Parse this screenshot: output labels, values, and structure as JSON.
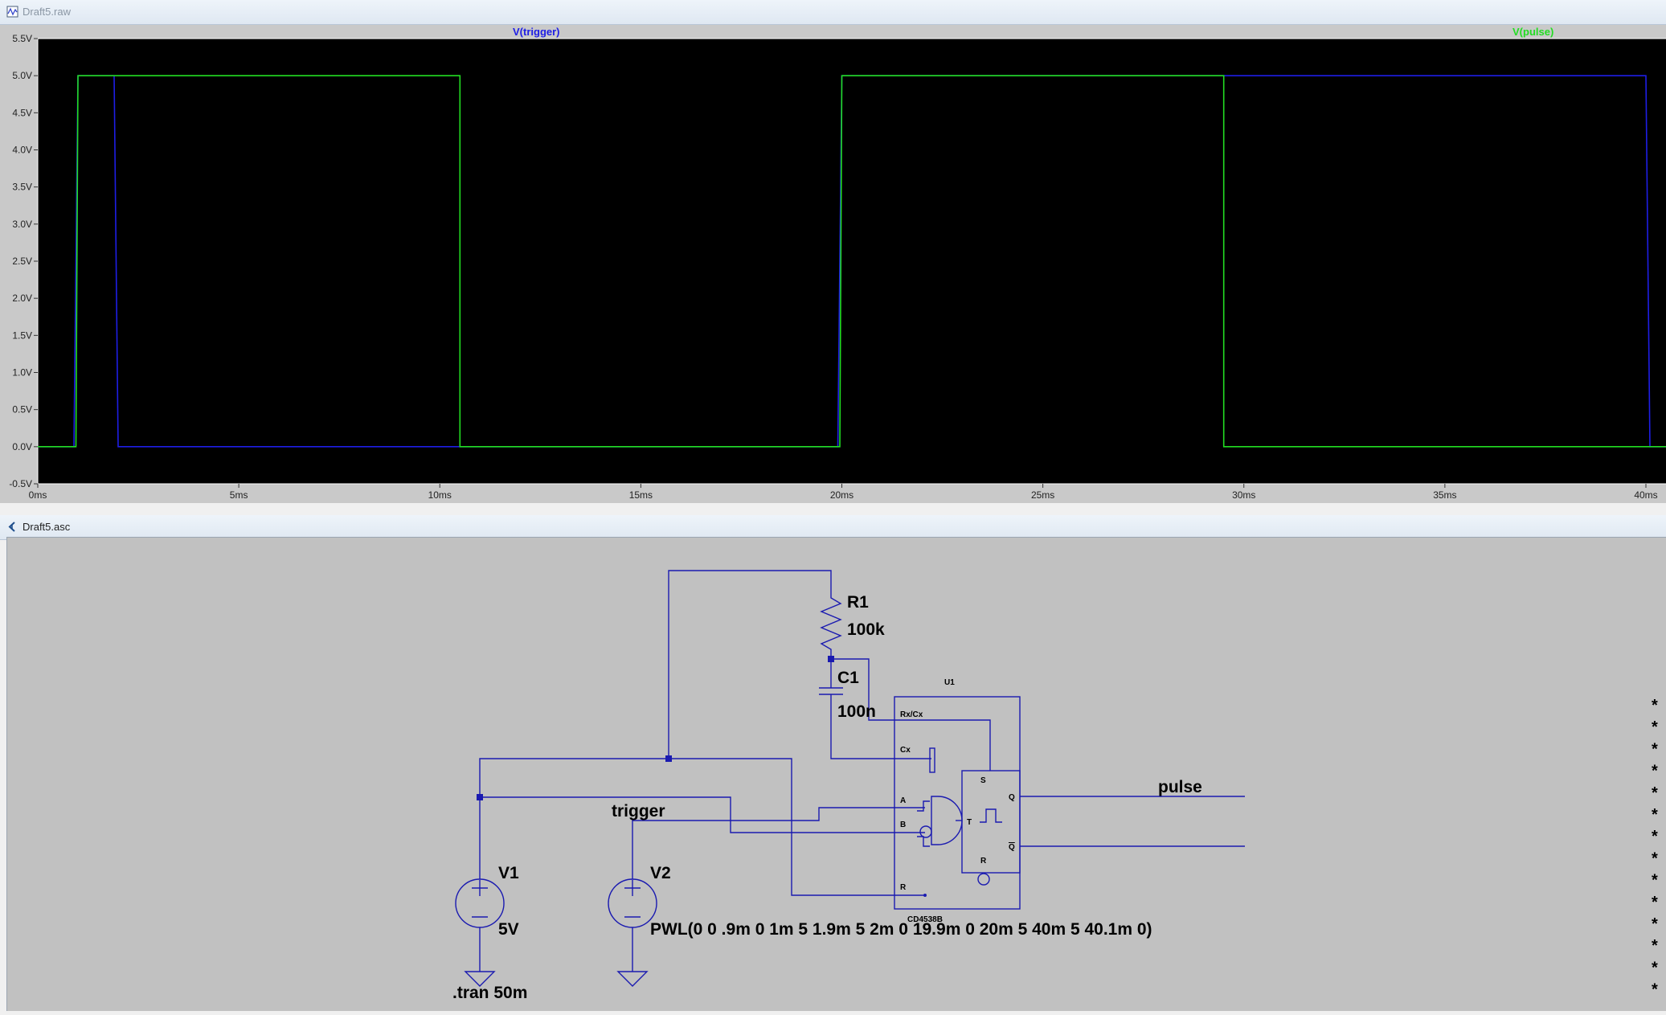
{
  "windows": {
    "plot_title": "Draft5.raw",
    "schematic_title": "Draft5.asc"
  },
  "colors": {
    "trigger": "#1e1ee6",
    "pulse": "#22dd22",
    "plot_bg": "#000000",
    "wire": "#1a1ab0",
    "schematic_bg": "#c1c1c1"
  },
  "chart_data": {
    "type": "line",
    "xlabel": "",
    "ylabel": "",
    "x_unit": "ms",
    "xlim": [
      0,
      40.5
    ],
    "ylim": [
      -0.5,
      5.5
    ],
    "x_ticks": [
      "0ms",
      "5ms",
      "10ms",
      "15ms",
      "20ms",
      "25ms",
      "30ms",
      "35ms",
      "40ms"
    ],
    "x_tick_values": [
      0,
      5,
      10,
      15,
      20,
      25,
      30,
      35,
      40
    ],
    "y_ticks": [
      "-0.5V",
      "0.0V",
      "0.5V",
      "1.0V",
      "1.5V",
      "2.0V",
      "2.5V",
      "3.0V",
      "3.5V",
      "4.0V",
      "4.5V",
      "5.0V",
      "5.5V"
    ],
    "y_tick_values": [
      -0.5,
      0,
      0.5,
      1,
      1.5,
      2,
      2.5,
      3,
      3.5,
      4,
      4.5,
      5,
      5.5
    ],
    "grid": false,
    "series": [
      {
        "name": "V(trigger)",
        "color": "#1e1ee6",
        "x": [
          0,
          0.9,
          1.0,
          1.9,
          2.0,
          19.9,
          20.0,
          40.0,
          40.1,
          40.5
        ],
        "y": [
          0,
          0,
          5,
          5,
          0,
          0,
          5,
          5,
          0,
          0
        ]
      },
      {
        "name": "V(pulse)",
        "color": "#22dd22",
        "x": [
          0,
          0.95,
          1.0,
          10.5,
          10.5,
          19.95,
          20.0,
          29.5,
          29.5,
          40.5
        ],
        "y": [
          0,
          0,
          5,
          5,
          0,
          0,
          5,
          5,
          0,
          0
        ]
      }
    ]
  },
  "schematic": {
    "R1_name": "R1",
    "R1_value": "100k",
    "C1_name": "C1",
    "C1_value": "100n",
    "U1_name": "U1",
    "U1_part": "CD4538B",
    "pin_rxcx": "Rx/Cx",
    "pin_cx": "Cx",
    "pin_a": "A",
    "pin_b": "B",
    "pin_r_left": "R",
    "pin_s": "S",
    "pin_t": "T",
    "pin_q": "Q",
    "pin_qbar": "Q",
    "pin_r_right": "R",
    "net_trigger": "trigger",
    "net_pulse": "pulse",
    "V1_name": "V1",
    "V1_value": "5V",
    "V2_name": "V2",
    "V2_value": "PWL(0 0 .9m 0 1m 5 1.9m 5 2m 0 19.9m 0 20m 5 40m 5 40.1m 0)",
    "directive": ".tran 50m"
  }
}
